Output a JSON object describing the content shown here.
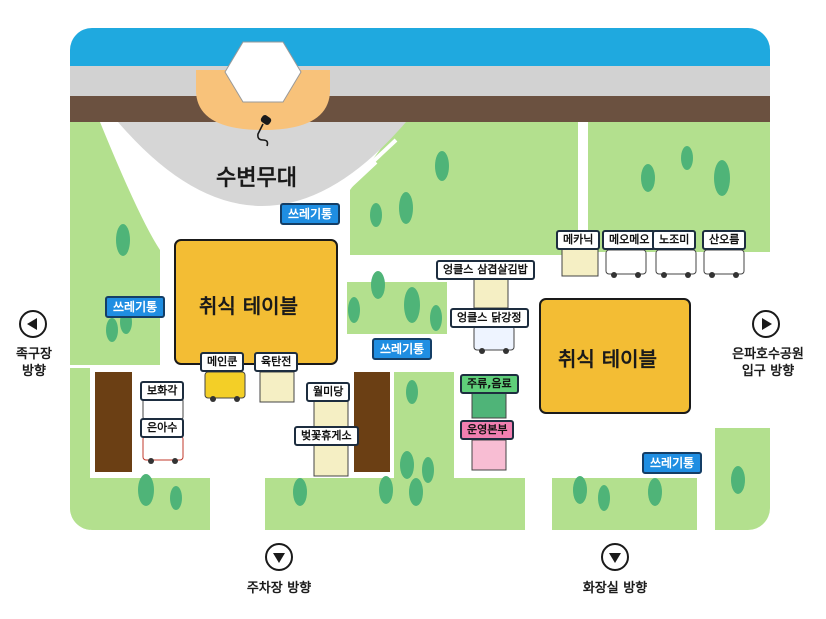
{
  "stage": {
    "label": "수변무대",
    "icon": "microphone-icon"
  },
  "tables": {
    "left": "취식 테이블",
    "right": "취식 테이블"
  },
  "trash_label": "쓰레기통",
  "booths": {
    "mechanic": "메카닉",
    "meomeo": "메오메오",
    "nojomi": "노조미",
    "saneoreum": "산오름",
    "samgyeop": "엉클스 삼겹살김밥",
    "chicken": "엉클스 닭강정",
    "mainkun": "메인쿤",
    "yuktanjeon": "육탄전",
    "wolmidang": "월미당",
    "bokkot": "벚꽃휴게소",
    "bohwagak": "보화각",
    "euna": "은아수",
    "drinks": "주류,음료",
    "hq": "운영본부"
  },
  "directions": {
    "left": "족구장\n방향",
    "right": "은파호수공원\n입구 방향",
    "bottom_left": "주차장 방향",
    "bottom_right": "화장실 방향"
  },
  "colors": {
    "water": "#1fa9df",
    "road": "#d2d2d2",
    "dirt": "#6b5140",
    "grass": "#b3e08e",
    "tree": "#4fb478",
    "table": "#f3bd34",
    "stage": "#d8d8d8",
    "stage_ring": "#f8c27a"
  }
}
